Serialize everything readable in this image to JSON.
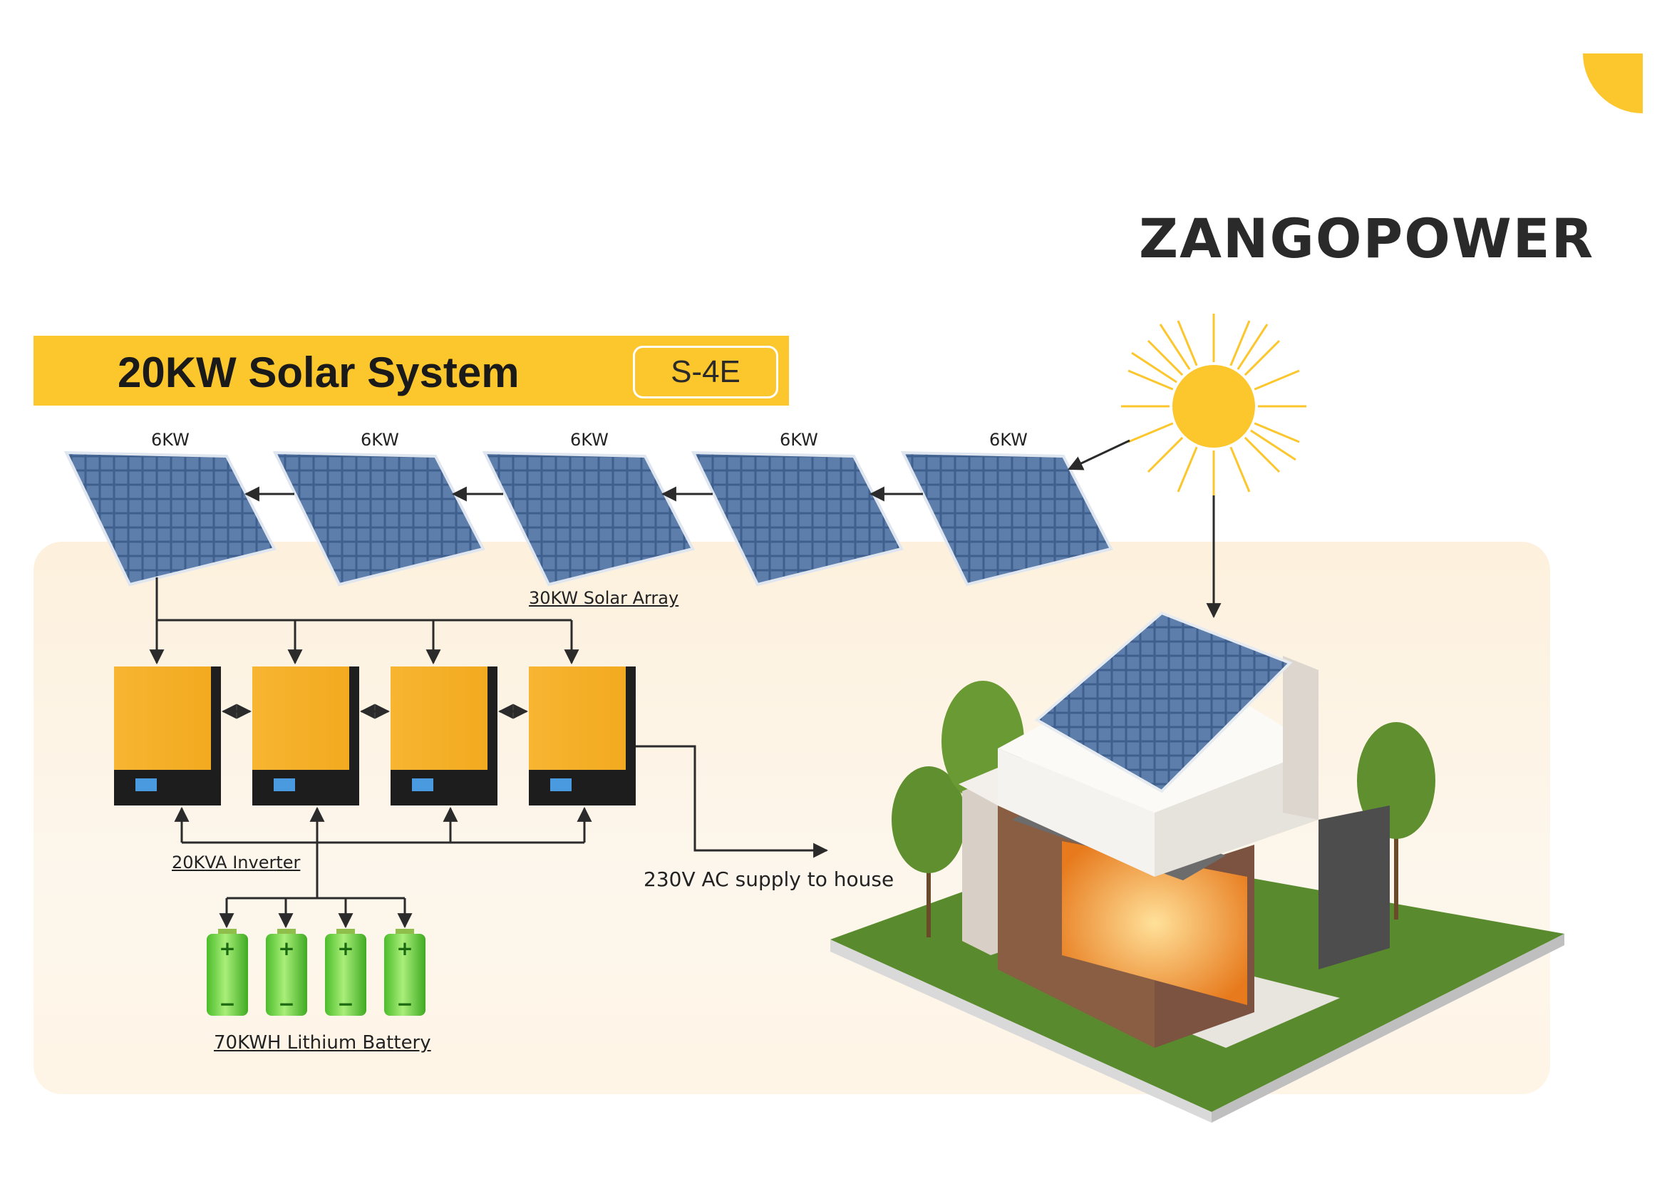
{
  "brand": {
    "name": "ZANGOPOWER",
    "accent": "#fcc62d"
  },
  "header": {
    "title": "20KW Solar System",
    "model": "S-4E"
  },
  "panels": [
    {
      "label": "6KW"
    },
    {
      "label": "6KW"
    },
    {
      "label": "6KW"
    },
    {
      "label": "6KW"
    },
    {
      "label": "6KW"
    }
  ],
  "labels": {
    "array": "30KW Solar Array",
    "inverter": "20KVA Inverter",
    "battery": "70KWH Lithium Battery",
    "ac_supply": "230V AC supply to house"
  },
  "icons": [
    "sun-icon",
    "solar-panel-icon",
    "inverter-icon",
    "battery-icon",
    "house-icon",
    "tree-icon"
  ]
}
